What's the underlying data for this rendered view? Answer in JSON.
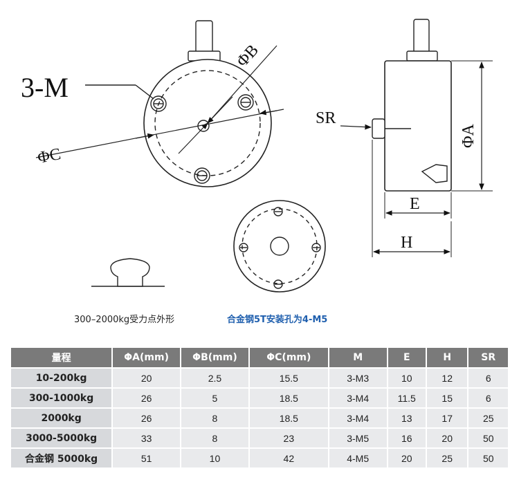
{
  "drawing": {
    "label_3m": "3-M",
    "label_phi_b": "ΦB",
    "label_phi_c": "ΦC",
    "label_sr": "SR",
    "label_phi_a": "ΦA",
    "label_e": "E",
    "label_h": "H"
  },
  "captions": {
    "left": "300–2000kg受力点外形",
    "right": "合金钢5T安装孔为4-M5"
  },
  "table": {
    "headers": [
      "量程",
      "ΦA(mm)",
      "ΦB(mm)",
      "ΦC(mm)",
      "M",
      "E",
      "H",
      "SR"
    ],
    "rows": [
      [
        "10-200kg",
        "20",
        "2.5",
        "15.5",
        "3-M3",
        "10",
        "12",
        "6"
      ],
      [
        "300-1000kg",
        "26",
        "5",
        "18.5",
        "3-M4",
        "11.5",
        "15",
        "6"
      ],
      [
        "2000kg",
        "26",
        "8",
        "18.5",
        "3-M4",
        "13",
        "17",
        "25"
      ],
      [
        "3000-5000kg",
        "33",
        "8",
        "23",
        "3-M5",
        "16",
        "20",
        "50"
      ],
      [
        "合金钢 5000kg",
        "51",
        "10",
        "42",
        "4-M5",
        "20",
        "25",
        "50"
      ]
    ]
  }
}
